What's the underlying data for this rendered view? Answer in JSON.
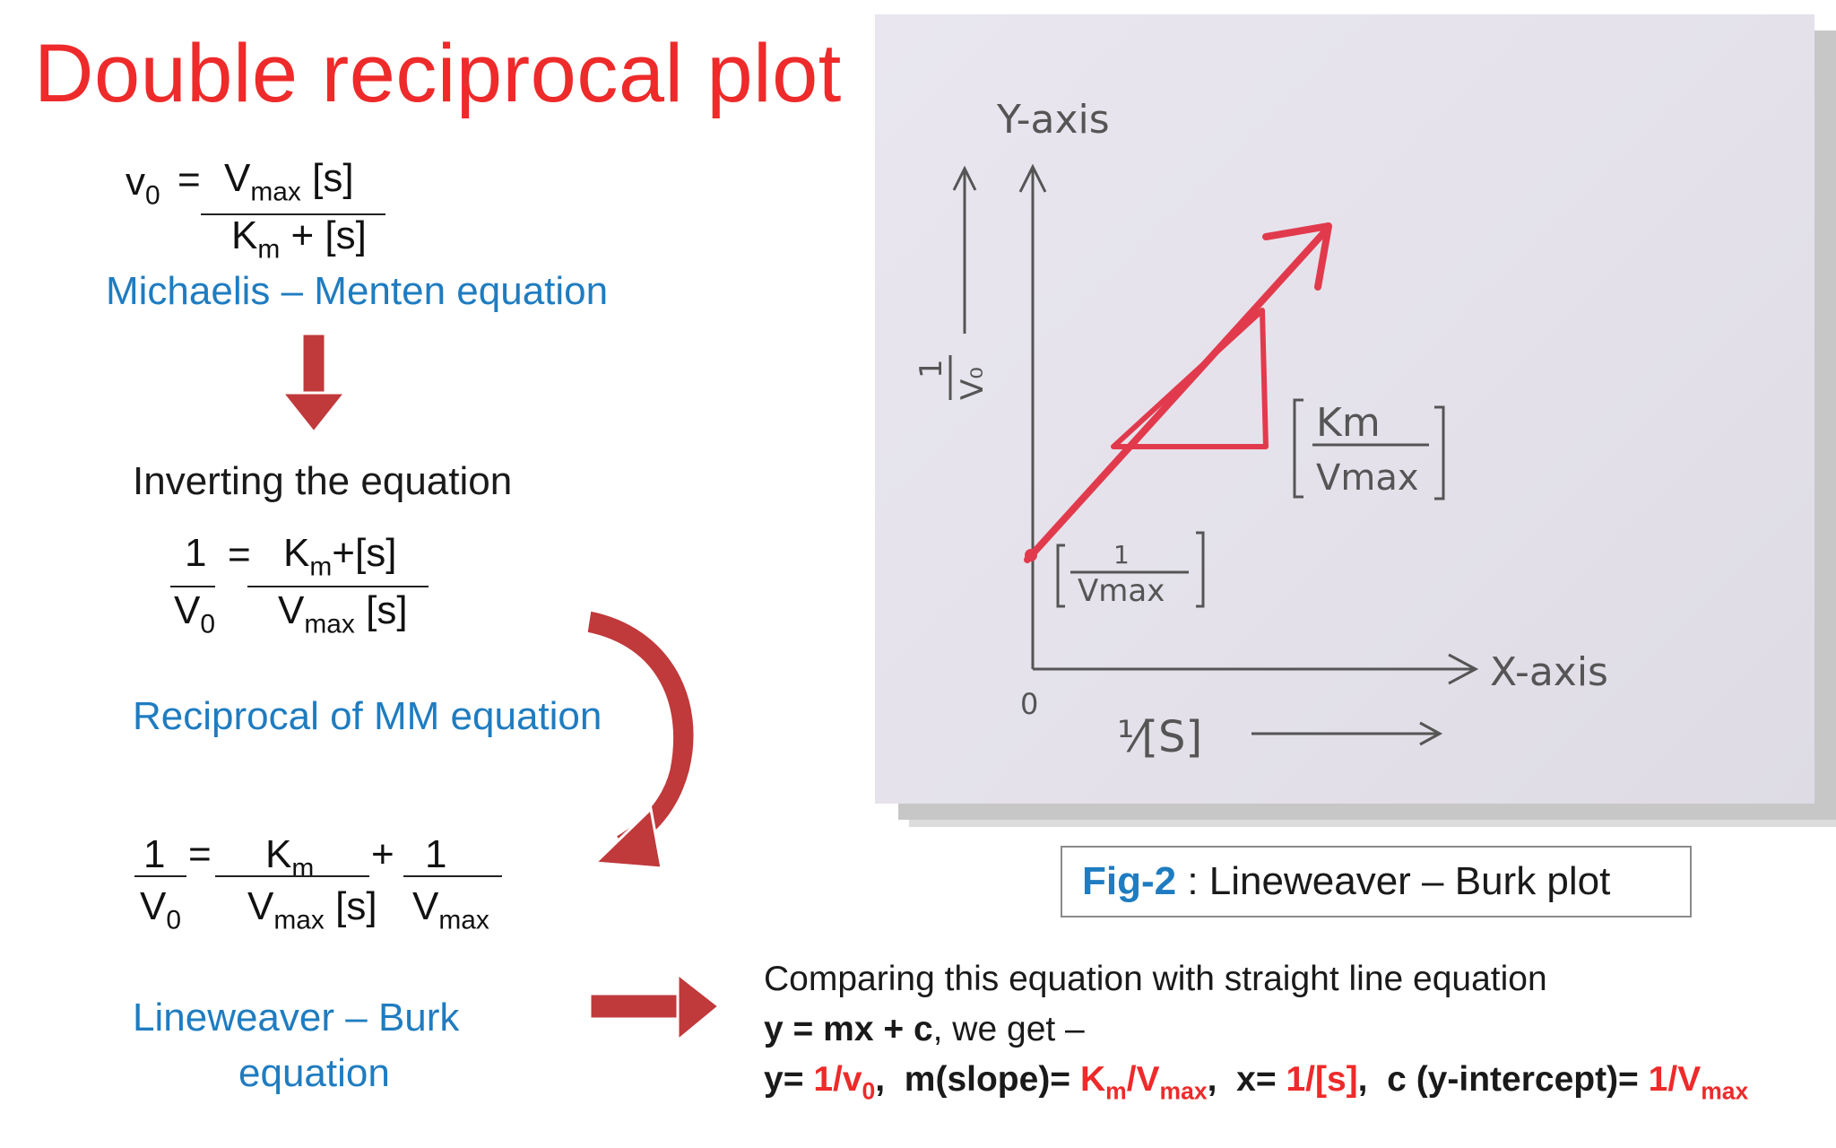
{
  "title": "Double reciprocal plot",
  "mm": {
    "lhs": "v",
    "lhs_sub": "0",
    "eq": "=",
    "num_main": "V",
    "num_sub": "max",
    "num_tail": "[s]",
    "den_main": "K",
    "den_sub": "m",
    "den_tail": "+ [s]",
    "label": "Michaelis – Menten equation"
  },
  "inverting_label": "Inverting the equation",
  "recip": {
    "lhs_num": "1",
    "lhs_den": "V",
    "lhs_den_sub": "0",
    "eq": "=",
    "rhs_num_main": "K",
    "rhs_num_sub": "m",
    "rhs_num_tail": "+[s]",
    "rhs_den_main": "V",
    "rhs_den_sub": "max",
    "rhs_den_tail": "[s]",
    "label": "Reciprocal of MM equation"
  },
  "lb": {
    "lhs_num": "1",
    "lhs_den": "V",
    "lhs_den_sub": "0",
    "eq": "=",
    "t1_num": "K",
    "t1_num_sub": "m",
    "t1_den": "V",
    "t1_den_sub": "max",
    "t1_den_tail": "[s]",
    "plus": "+",
    "t2_num": "1",
    "t2_den": "V",
    "t2_den_sub": "max",
    "label_line1": "Lineweaver – Burk",
    "label_line2": "equation"
  },
  "figure": {
    "y_axis_label": "Y-axis",
    "x_axis_label": "X-axis",
    "origin": "0",
    "y_var_num": "1",
    "y_var_den": "V₀",
    "x_var": "¹⁄[S]",
    "slope_num": "Km",
    "slope_den": "Vmax",
    "intercept_num": "1",
    "intercept_den": "Vmax",
    "line_color": "#e23a4d"
  },
  "caption": {
    "bold": "Fig-2",
    "rest": " : Lineweaver – Burk plot"
  },
  "comparison": {
    "line1": "Comparing this equation with straight line equation",
    "line2_bold": "y = mx + c",
    "line2_rest": ", we get –",
    "y_label": "y=",
    "y_val": "1/v",
    "y_val_sub": "0",
    "sep1": ",",
    "m_label": "m(slope)=",
    "m_val_a": "K",
    "m_val_a_sub": "m",
    "m_val_b": "/V",
    "m_val_b_sub": "max",
    "sep2": ",",
    "x_label": "x=",
    "x_val": "1/[s]",
    "sep3": ",",
    "c_label": "c (y-intercept)=",
    "c_val": "1/V",
    "c_val_sub": "max"
  },
  "colors": {
    "title": "#ee2a2a",
    "blue": "#1f7cc0",
    "arrow": "#c0393b",
    "red": "#ee2a2a"
  }
}
